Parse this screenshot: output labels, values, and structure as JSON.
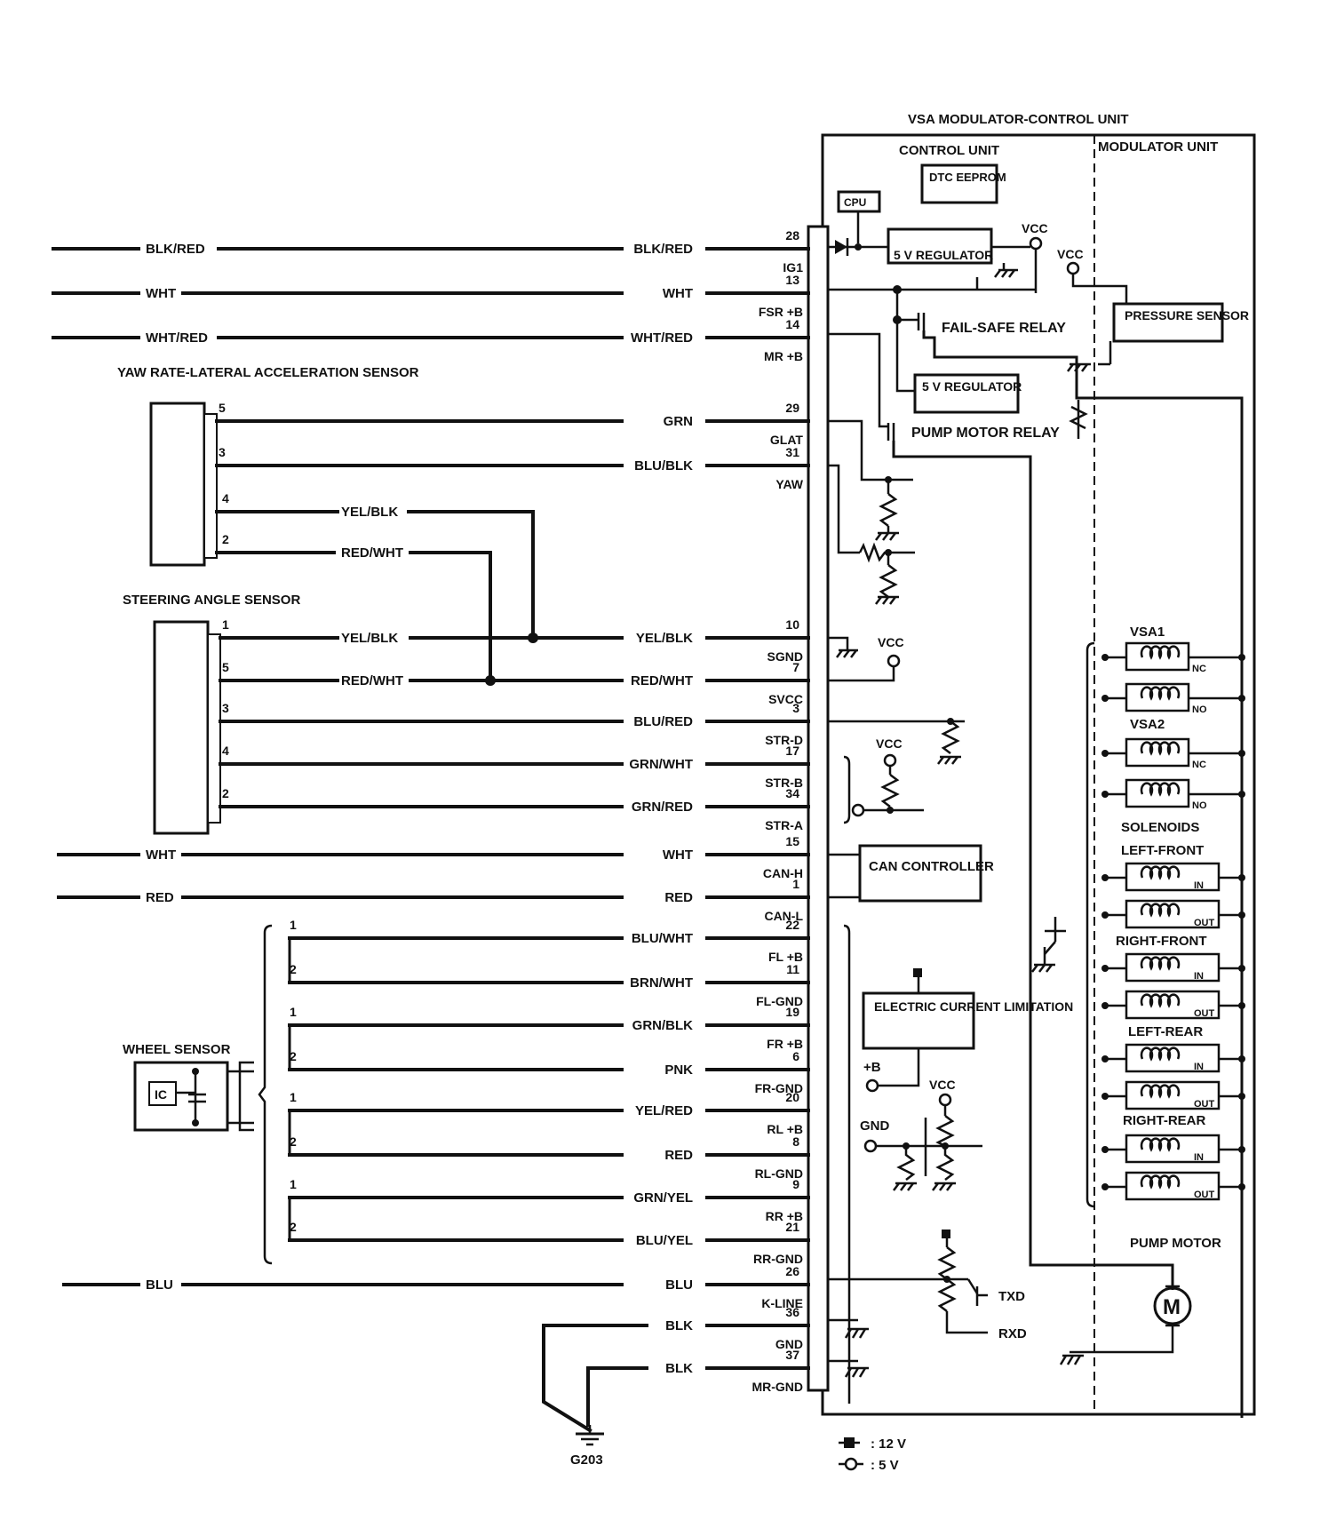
{
  "unit": {
    "title": "VSA MODULATOR-CONTROL UNIT",
    "control_unit": "CONTROL UNIT",
    "modulator_unit": "MODULATOR UNIT",
    "dtc_eeprom": "DTC EEPROM",
    "cpu": "CPU",
    "vcc": "VCC",
    "regulator_5v": "5 V REGULATOR",
    "fail_safe_relay": "FAIL-SAFE RELAY",
    "pump_motor_relay": "PUMP MOTOR RELAY",
    "pressure_sensor": "PRESSURE SENSOR",
    "can_controller": "CAN CONTROLLER",
    "electric_current_limitation": "ELECTRIC CURRENT LIMITATION",
    "plus_b": "+B",
    "gnd": "GND",
    "txd": "TXD",
    "rxd": "RXD",
    "pump_motor": "PUMP MOTOR",
    "motor_symbol": "M"
  },
  "solenoids": {
    "vsa1": "VSA1",
    "vsa2": "VSA2",
    "nc": "NC",
    "no": "NO",
    "title": "SOLENOIDS",
    "left_front": "LEFT-FRONT",
    "right_front": "RIGHT-FRONT",
    "left_rear": "LEFT-REAR",
    "right_rear": "RIGHT-REAR",
    "in": "IN",
    "out": "OUT"
  },
  "sensors": {
    "yaw_rate": "YAW RATE-LATERAL ACCELERATION SENSOR",
    "steering_angle": "STEERING ANGLE SENSOR",
    "wheel_sensor": "WHEEL SENSOR",
    "ic": "IC"
  },
  "ground": "G203",
  "legend": [
    {
      "symbol": "filled-square",
      "text": ": 12 V"
    },
    {
      "symbol": "open-circle",
      "text": ": 5 V"
    }
  ],
  "connections": [
    {
      "left_color": "BLK/RED",
      "color": "BLK/RED",
      "pin": "28",
      "signal": "IG1"
    },
    {
      "left_color": "WHT",
      "color": "WHT",
      "pin": "13",
      "signal": "FSR +B"
    },
    {
      "left_color": "WHT/RED",
      "color": "WHT/RED",
      "pin": "14",
      "signal": "MR +B"
    },
    {
      "sensor_pin": "5",
      "color": "GRN",
      "pin": "29",
      "signal": "GLAT"
    },
    {
      "sensor_pin": "3",
      "color": "BLU/BLK",
      "pin": "31",
      "signal": "YAW"
    },
    {
      "sensor_pin": "4",
      "color": "YEL/BLK"
    },
    {
      "sensor_pin": "2",
      "color": "RED/WHT"
    },
    {
      "sensor_pin": "1",
      "left_color": "YEL/BLK",
      "color": "YEL/BLK",
      "pin": "10",
      "signal": "SGND"
    },
    {
      "sensor_pin": "5",
      "left_color": "RED/WHT",
      "color": "RED/WHT",
      "pin": "7",
      "signal": "SVCC"
    },
    {
      "sensor_pin": "3",
      "color": "BLU/RED",
      "pin": "3",
      "signal": "STR-D"
    },
    {
      "sensor_pin": "4",
      "color": "GRN/WHT",
      "pin": "17",
      "signal": "STR-B"
    },
    {
      "sensor_pin": "2",
      "color": "GRN/RED",
      "pin": "34",
      "signal": "STR-A"
    },
    {
      "left_color": "WHT",
      "color": "WHT",
      "pin": "15",
      "signal": "CAN-H"
    },
    {
      "left_color": "RED",
      "color": "RED",
      "pin": "1",
      "signal": "CAN-L"
    },
    {
      "sensor_pin": "1",
      "color": "BLU/WHT",
      "pin": "22",
      "signal": "FL +B"
    },
    {
      "sensor_pin": "2",
      "color": "BRN/WHT",
      "pin": "11",
      "signal": "FL-GND"
    },
    {
      "sensor_pin": "1",
      "color": "GRN/BLK",
      "pin": "19",
      "signal": "FR +B"
    },
    {
      "sensor_pin": "2",
      "color": "PNK",
      "pin": "6",
      "signal": "FR-GND"
    },
    {
      "sensor_pin": "1",
      "color": "YEL/RED",
      "pin": "20",
      "signal": "RL +B"
    },
    {
      "sensor_pin": "2",
      "color": "RED",
      "pin": "8",
      "signal": "RL-GND"
    },
    {
      "sensor_pin": "1",
      "color": "GRN/YEL",
      "pin": "9",
      "signal": "RR +B"
    },
    {
      "sensor_pin": "2",
      "color": "BLU/YEL",
      "pin": "21",
      "signal": "RR-GND"
    },
    {
      "left_color": "BLU",
      "color": "BLU",
      "pin": "26",
      "signal": "K-LINE"
    },
    {
      "color": "BLK",
      "pin": "36",
      "signal": "GND"
    },
    {
      "color": "BLK",
      "pin": "37",
      "signal": "MR-GND"
    }
  ]
}
